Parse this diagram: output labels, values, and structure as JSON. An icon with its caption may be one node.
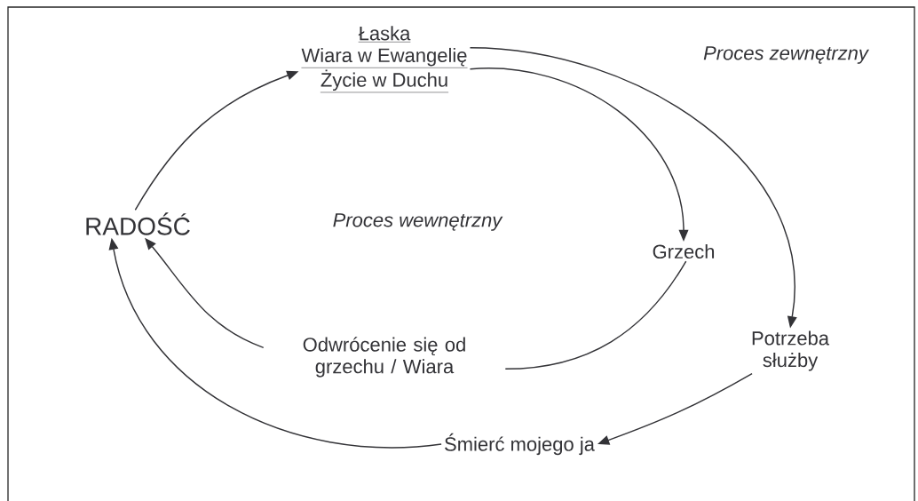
{
  "diagram": {
    "nodes": [
      {
        "text": [
          "Łaska",
          "Wiara w Ewangelię",
          "Życie w Duchu"
        ]
      },
      {
        "text": [
          "RADOŚĆ"
        ]
      },
      {
        "text": [
          "Grzech"
        ]
      },
      {
        "text": [
          "Potrzeba służby"
        ]
      },
      {
        "text": [
          "Śmierć mojego ja"
        ]
      },
      {
        "text": [
          "Odwrócenie się od grzechu / Wiara"
        ]
      }
    ],
    "edges": [
      {
        "from": 1,
        "to": 0,
        "arrow": "to"
      },
      {
        "from": 0,
        "to": 2,
        "arrow": "to"
      },
      {
        "from": 0,
        "to": 3,
        "arrow": "to"
      },
      {
        "from": 2,
        "to": 5,
        "arrow": "none"
      },
      {
        "from": 5,
        "to": 1,
        "arrow": "to"
      },
      {
        "from": 3,
        "to": 4,
        "arrow": "to"
      },
      {
        "from": 4,
        "to": 1,
        "arrow": "to"
      }
    ],
    "labels": [
      "Proces zewnętrzny",
      "Proces wewnętrzny"
    ]
  }
}
